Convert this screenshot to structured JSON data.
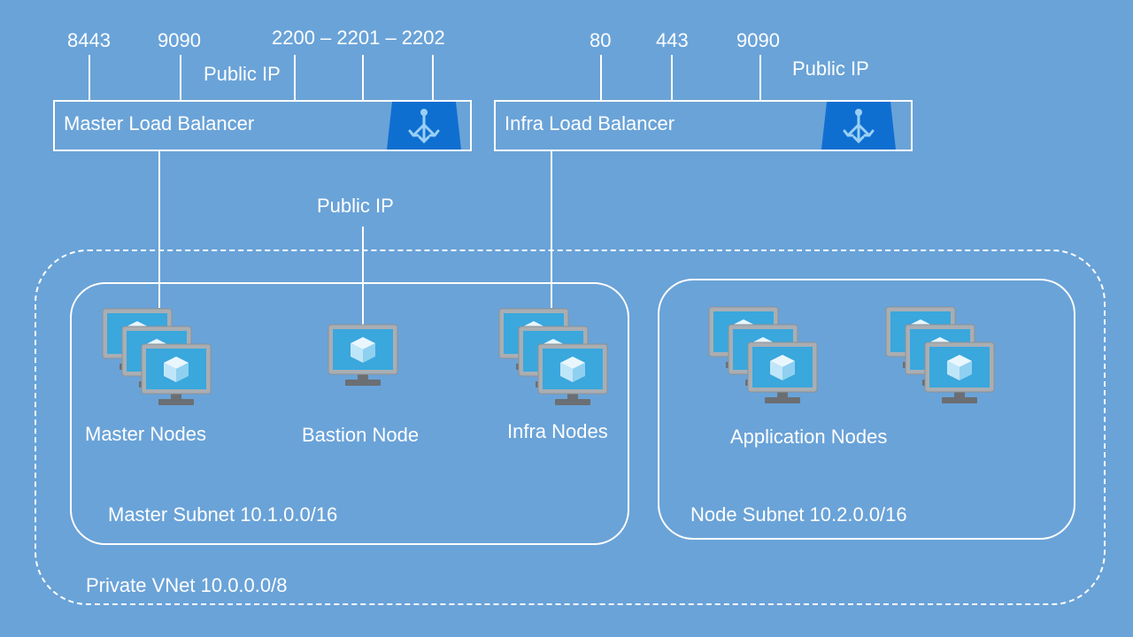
{
  "master_lb": {
    "title": "Master Load Balancer",
    "ports": [
      "8443",
      "9090",
      "2200 – 2201 – 2202"
    ],
    "public_ip": "Public IP",
    "icon": "load-balancer-icon"
  },
  "infra_lb": {
    "title": "Infra Load Balancer",
    "ports": [
      "80",
      "443",
      "9090"
    ],
    "public_ip": "Public IP",
    "icon": "load-balancer-icon"
  },
  "bastion_public_ip": "Public IP",
  "master_subnet": {
    "label": "Master Subnet  10.1.0.0/16",
    "groups": {
      "master": "Master Nodes",
      "bastion": "Bastion Node",
      "infra": "Infra Nodes"
    }
  },
  "node_subnet": {
    "label": "Node Subnet 10.2.0.0/16",
    "groups": {
      "application": "Application Nodes"
    }
  },
  "vnet": {
    "label": "Private VNet  10.0.0.0/8"
  },
  "colors": {
    "background": "#6aa3d8",
    "lines": "#ffffff",
    "lb_icon": "#0f6fd1",
    "vm_frame": "#a9aeb3",
    "vm_screen": "#3aa7dd",
    "vm_stand": "#6b6f73"
  }
}
